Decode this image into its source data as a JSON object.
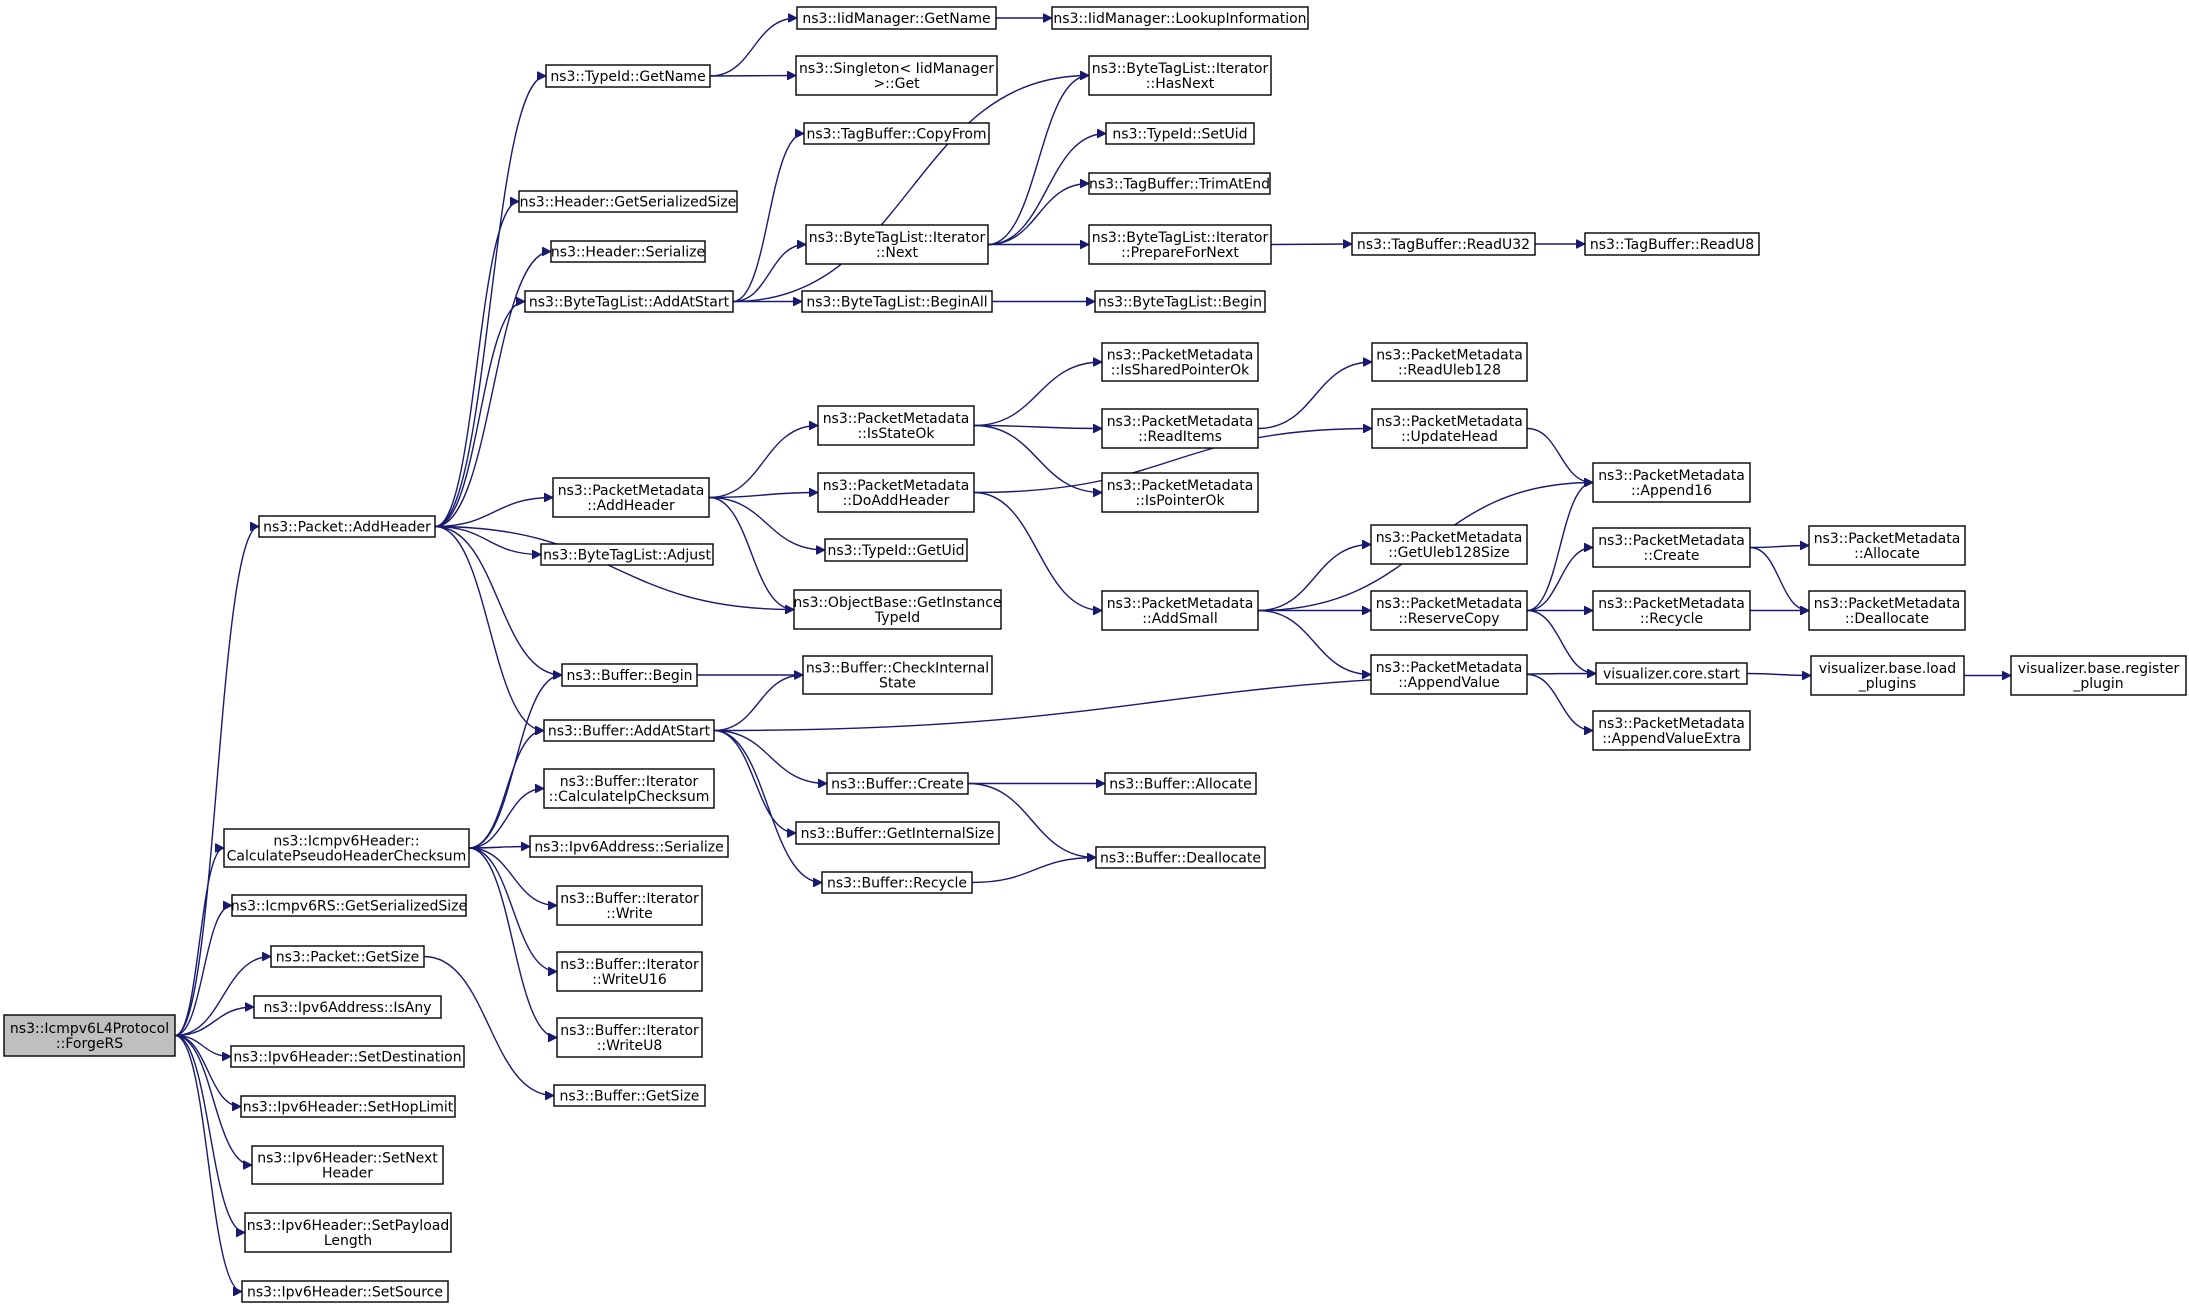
{
  "diagram": {
    "type": "call-graph",
    "edge_color": "#191970",
    "root_fill": "#bfbfbf",
    "nodes": [
      {
        "id": "forgeRS",
        "lines": [
          "ns3::Icmpv6L4Protocol",
          "::ForgeRS"
        ],
        "root": true
      },
      {
        "id": "pAddHeader",
        "lines": [
          "ns3::Packet::AddHeader"
        ]
      },
      {
        "id": "calcPseudo",
        "lines": [
          "ns3::Icmpv6Header::",
          "CalculatePseudoHeaderChecksum"
        ]
      },
      {
        "id": "rsSerSize",
        "lines": [
          "ns3::Icmpv6RS::GetSerializedSize"
        ]
      },
      {
        "id": "pGetSize",
        "lines": [
          "ns3::Packet::GetSize"
        ]
      },
      {
        "id": "isAny",
        "lines": [
          "ns3::Ipv6Address::IsAny"
        ]
      },
      {
        "id": "setDest",
        "lines": [
          "ns3::Ipv6Header::SetDestination"
        ]
      },
      {
        "id": "setHop",
        "lines": [
          "ns3::Ipv6Header::SetHopLimit"
        ]
      },
      {
        "id": "setNext",
        "lines": [
          "ns3::Ipv6Header::SetNext",
          "Header"
        ]
      },
      {
        "id": "setPayload",
        "lines": [
          "ns3::Ipv6Header::SetPayload",
          "Length"
        ]
      },
      {
        "id": "setSource",
        "lines": [
          "ns3::Ipv6Header::SetSource"
        ]
      },
      {
        "id": "tGetName",
        "lines": [
          "ns3::TypeId::GetName"
        ]
      },
      {
        "id": "hSerSize",
        "lines": [
          "ns3::Header::GetSerializedSize"
        ]
      },
      {
        "id": "hSerialize",
        "lines": [
          "ns3::Header::Serialize"
        ]
      },
      {
        "id": "btlAddAtStart",
        "lines": [
          "ns3::ByteTagList::AddAtStart"
        ]
      },
      {
        "id": "pmAddHeader",
        "lines": [
          "ns3::PacketMetadata",
          "::AddHeader"
        ]
      },
      {
        "id": "btlAdjust",
        "lines": [
          "ns3::ByteTagList::Adjust"
        ]
      },
      {
        "id": "bBegin",
        "lines": [
          "ns3::Buffer::Begin"
        ]
      },
      {
        "id": "bAddAtStart",
        "lines": [
          "ns3::Buffer::AddAtStart"
        ]
      },
      {
        "id": "biCalcIp",
        "lines": [
          "ns3::Buffer::Iterator",
          "::CalculateIpChecksum"
        ]
      },
      {
        "id": "v6Serialize",
        "lines": [
          "ns3::Ipv6Address::Serialize"
        ]
      },
      {
        "id": "biWrite",
        "lines": [
          "ns3::Buffer::Iterator",
          "::Write"
        ]
      },
      {
        "id": "biWriteU16",
        "lines": [
          "ns3::Buffer::Iterator",
          "::WriteU16"
        ]
      },
      {
        "id": "biWriteU8",
        "lines": [
          "ns3::Buffer::Iterator",
          "::WriteU8"
        ]
      },
      {
        "id": "bGetSize",
        "lines": [
          "ns3::Buffer::GetSize"
        ]
      },
      {
        "id": "iidGetName",
        "lines": [
          "ns3::IidManager::GetName"
        ]
      },
      {
        "id": "singletonGet",
        "lines": [
          "ns3::Singleton< IidManager",
          ">::Get"
        ]
      },
      {
        "id": "tbCopyFrom",
        "lines": [
          "ns3::TagBuffer::CopyFrom"
        ]
      },
      {
        "id": "btliNext",
        "lines": [
          "ns3::ByteTagList::Iterator",
          "::Next"
        ]
      },
      {
        "id": "btlBeginAll",
        "lines": [
          "ns3::ByteTagList::BeginAll"
        ]
      },
      {
        "id": "pmIsStateOk",
        "lines": [
          "ns3::PacketMetadata",
          "::IsStateOk"
        ]
      },
      {
        "id": "pmDoAddHeader",
        "lines": [
          "ns3::PacketMetadata",
          "::DoAddHeader"
        ]
      },
      {
        "id": "tGetUid",
        "lines": [
          "ns3::TypeId::GetUid"
        ]
      },
      {
        "id": "obGetInstance",
        "lines": [
          "ns3::ObjectBase::GetInstance",
          "TypeId"
        ]
      },
      {
        "id": "bCheckInternal",
        "lines": [
          "ns3::Buffer::CheckInternal",
          "State"
        ]
      },
      {
        "id": "bCreate",
        "lines": [
          "ns3::Buffer::Create"
        ]
      },
      {
        "id": "bGetInternalSize",
        "lines": [
          "ns3::Buffer::GetInternalSize"
        ]
      },
      {
        "id": "bRecycle",
        "lines": [
          "ns3::Buffer::Recycle"
        ]
      },
      {
        "id": "iidLookup",
        "lines": [
          "ns3::IidManager::LookupInformation"
        ]
      },
      {
        "id": "btliHasNext",
        "lines": [
          "ns3::ByteTagList::Iterator",
          "::HasNext"
        ]
      },
      {
        "id": "tSetUid",
        "lines": [
          "ns3::TypeId::SetUid"
        ]
      },
      {
        "id": "tbTrimAtEnd",
        "lines": [
          "ns3::TagBuffer::TrimAtEnd"
        ]
      },
      {
        "id": "btliPrepare",
        "lines": [
          "ns3::ByteTagList::Iterator",
          "::PrepareForNext"
        ]
      },
      {
        "id": "btlBegin",
        "lines": [
          "ns3::ByteTagList::Begin"
        ]
      },
      {
        "id": "pmIsShared",
        "lines": [
          "ns3::PacketMetadata",
          "::IsSharedPointerOk"
        ]
      },
      {
        "id": "pmReadItems",
        "lines": [
          "ns3::PacketMetadata",
          "::ReadItems"
        ]
      },
      {
        "id": "pmIsPointerOk",
        "lines": [
          "ns3::PacketMetadata",
          "::IsPointerOk"
        ]
      },
      {
        "id": "pmAddSmall",
        "lines": [
          "ns3::PacketMetadata",
          "::AddSmall"
        ]
      },
      {
        "id": "bAllocate",
        "lines": [
          "ns3::Buffer::Allocate"
        ]
      },
      {
        "id": "bDeallocate",
        "lines": [
          "ns3::Buffer::Deallocate"
        ]
      },
      {
        "id": "tbReadU32",
        "lines": [
          "ns3::TagBuffer::ReadU32"
        ]
      },
      {
        "id": "pmReadUleb",
        "lines": [
          "ns3::PacketMetadata",
          "::ReadUleb128"
        ]
      },
      {
        "id": "pmUpdateHead",
        "lines": [
          "ns3::PacketMetadata",
          "::UpdateHead"
        ]
      },
      {
        "id": "pmGetUleb",
        "lines": [
          "ns3::PacketMetadata",
          "::GetUleb128Size"
        ]
      },
      {
        "id": "pmReserveCopy",
        "lines": [
          "ns3::PacketMetadata",
          "::ReserveCopy"
        ]
      },
      {
        "id": "pmAppendValue",
        "lines": [
          "ns3::PacketMetadata",
          "::AppendValue"
        ]
      },
      {
        "id": "tbReadU8",
        "lines": [
          "ns3::TagBuffer::ReadU8"
        ]
      },
      {
        "id": "pmAppend16",
        "lines": [
          "ns3::PacketMetadata",
          "::Append16"
        ]
      },
      {
        "id": "pmCreate",
        "lines": [
          "ns3::PacketMetadata",
          "::Create"
        ]
      },
      {
        "id": "pmRecycle",
        "lines": [
          "ns3::PacketMetadata",
          "::Recycle"
        ]
      },
      {
        "id": "vizStart",
        "lines": [
          "visualizer.core.start"
        ]
      },
      {
        "id": "pmAppendValueExtra",
        "lines": [
          "ns3::PacketMetadata",
          "::AppendValueExtra"
        ]
      },
      {
        "id": "pmAllocate",
        "lines": [
          "ns3::PacketMetadata",
          "::Allocate"
        ]
      },
      {
        "id": "pmDeallocate",
        "lines": [
          "ns3::PacketMetadata",
          "::Deallocate"
        ]
      },
      {
        "id": "vizLoad",
        "lines": [
          "visualizer.base.load",
          "_plugins"
        ]
      },
      {
        "id": "vizRegister",
        "lines": [
          "visualizer.base.register",
          "_plugin"
        ]
      }
    ],
    "edges": [
      [
        "forgeRS",
        "pAddHeader"
      ],
      [
        "forgeRS",
        "calcPseudo"
      ],
      [
        "forgeRS",
        "rsSerSize"
      ],
      [
        "forgeRS",
        "pGetSize"
      ],
      [
        "forgeRS",
        "isAny"
      ],
      [
        "forgeRS",
        "setDest"
      ],
      [
        "forgeRS",
        "setHop"
      ],
      [
        "forgeRS",
        "setNext"
      ],
      [
        "forgeRS",
        "setPayload"
      ],
      [
        "forgeRS",
        "setSource"
      ],
      [
        "pAddHeader",
        "tGetName"
      ],
      [
        "pAddHeader",
        "hSerSize"
      ],
      [
        "pAddHeader",
        "hSerialize"
      ],
      [
        "pAddHeader",
        "btlAddAtStart"
      ],
      [
        "pAddHeader",
        "pmAddHeader"
      ],
      [
        "pAddHeader",
        "btlAdjust"
      ],
      [
        "pAddHeader",
        "obGetInstance"
      ],
      [
        "pAddHeader",
        "bBegin"
      ],
      [
        "pAddHeader",
        "bAddAtStart"
      ],
      [
        "calcPseudo",
        "bBegin"
      ],
      [
        "calcPseudo",
        "bAddAtStart"
      ],
      [
        "calcPseudo",
        "biCalcIp"
      ],
      [
        "calcPseudo",
        "v6Serialize"
      ],
      [
        "calcPseudo",
        "biWrite"
      ],
      [
        "calcPseudo",
        "biWriteU16"
      ],
      [
        "calcPseudo",
        "biWriteU8"
      ],
      [
        "pGetSize",
        "bGetSize"
      ],
      [
        "tGetName",
        "iidGetName"
      ],
      [
        "tGetName",
        "singletonGet"
      ],
      [
        "iidGetName",
        "iidLookup"
      ],
      [
        "btlAddAtStart",
        "tbCopyFrom"
      ],
      [
        "btlAddAtStart",
        "btliHasNext"
      ],
      [
        "btlAddAtStart",
        "btliNext"
      ],
      [
        "btlAddAtStart",
        "btlBeginAll"
      ],
      [
        "btliNext",
        "btliHasNext"
      ],
      [
        "btliNext",
        "tSetUid"
      ],
      [
        "btliNext",
        "tbTrimAtEnd"
      ],
      [
        "btliNext",
        "btliPrepare"
      ],
      [
        "btliPrepare",
        "tbReadU32"
      ],
      [
        "tbReadU32",
        "tbReadU8"
      ],
      [
        "btlBeginAll",
        "btlBegin"
      ],
      [
        "pmAddHeader",
        "pmIsStateOk"
      ],
      [
        "pmAddHeader",
        "pmDoAddHeader"
      ],
      [
        "pmAddHeader",
        "tGetUid"
      ],
      [
        "pmAddHeader",
        "obGetInstance"
      ],
      [
        "pmIsStateOk",
        "pmIsShared"
      ],
      [
        "pmIsStateOk",
        "pmReadItems"
      ],
      [
        "pmIsStateOk",
        "pmIsPointerOk"
      ],
      [
        "pmReadItems",
        "pmReadUleb"
      ],
      [
        "pmDoAddHeader",
        "pmUpdateHead"
      ],
      [
        "pmDoAddHeader",
        "pmAddSmall"
      ],
      [
        "pmUpdateHead",
        "pmAppend16"
      ],
      [
        "pmAddSmall",
        "pmAppend16"
      ],
      [
        "pmAddSmall",
        "pmGetUleb"
      ],
      [
        "pmAddSmall",
        "pmReserveCopy"
      ],
      [
        "pmAddSmall",
        "pmAppendValue"
      ],
      [
        "pmReserveCopy",
        "pmAppend16"
      ],
      [
        "pmReserveCopy",
        "pmCreate"
      ],
      [
        "pmReserveCopy",
        "pmRecycle"
      ],
      [
        "pmReserveCopy",
        "vizStart"
      ],
      [
        "pmAppendValue",
        "pmAppendValueExtra"
      ],
      [
        "pmCreate",
        "pmAllocate"
      ],
      [
        "pmCreate",
        "pmDeallocate"
      ],
      [
        "pmRecycle",
        "pmDeallocate"
      ],
      [
        "vizStart",
        "vizLoad"
      ],
      [
        "vizLoad",
        "vizRegister"
      ],
      [
        "bBegin",
        "bCheckInternal"
      ],
      [
        "bAddAtStart",
        "bCheckInternal"
      ],
      [
        "bAddAtStart",
        "vizStart"
      ],
      [
        "bAddAtStart",
        "bCreate"
      ],
      [
        "bAddAtStart",
        "bGetInternalSize"
      ],
      [
        "bAddAtStart",
        "bRecycle"
      ],
      [
        "bCreate",
        "bAllocate"
      ],
      [
        "bCreate",
        "bDeallocate"
      ],
      [
        "bRecycle",
        "bDeallocate"
      ]
    ]
  }
}
